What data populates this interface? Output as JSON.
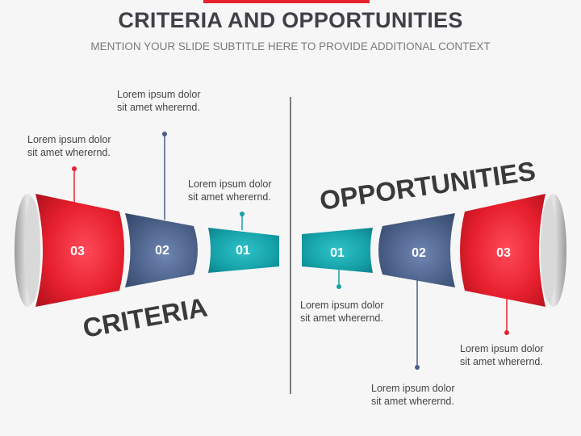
{
  "slide": {
    "title": "CRITERIA AND OPPORTUNITIES",
    "subtitle": "MENTION YOUR SLIDE SUBTITLE HERE TO PROVIDE ADDITIONAL CONTEXT"
  },
  "criteria": {
    "label": "CRITERIA",
    "segments": [
      {
        "num": "03",
        "color": "#e8202e",
        "text": "Lorem ipsum dolor\nsit amet wherernd."
      },
      {
        "num": "02",
        "color": "#4a5f86",
        "text": "Lorem ipsum dolor\nsit amet wherernd."
      },
      {
        "num": "01",
        "color": "#16a0a7",
        "text": "Lorem ipsum dolor\nsit amet wherernd."
      }
    ]
  },
  "opportunities": {
    "label": "OPPORTUNITIES",
    "segments": [
      {
        "num": "01",
        "color": "#16a0a7",
        "text": "Lorem ipsum dolor\nsit amet wherernd."
      },
      {
        "num": "02",
        "color": "#4a5f86",
        "text": "Lorem ipsum dolor\nsit amet wherernd."
      },
      {
        "num": "03",
        "color": "#e8202e",
        "text": "Lorem ipsum dolor\nsit amet wherernd."
      }
    ]
  }
}
